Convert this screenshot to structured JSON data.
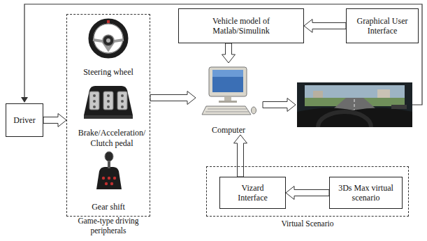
{
  "diagram": {
    "nodes": [
      {
        "text": [
          "Vehicle model of Matlab/Simulink"
        ]
      },
      {
        "text": [
          "Graphical User Interface"
        ]
      },
      {
        "text": [
          "Driver"
        ]
      },
      {
        "text": [
          "Game-type driving peripherals"
        ]
      },
      {
        "text": [
          "Steering wheel"
        ],
        "in": 3
      },
      {
        "text": [
          "Brake/Acceleration/ Clutch pedal"
        ],
        "in": 3
      },
      {
        "text": [
          "Gear shift"
        ],
        "in": 3
      },
      {
        "text": [
          "Computer"
        ]
      },
      {
        "text": [
          "Virtual Scenario"
        ]
      },
      {
        "text": [
          "Vizard Interface"
        ],
        "in": 8
      },
      {
        "text": [
          "3Ds Max virtual scenario"
        ],
        "in": 8
      }
    ],
    "edges": [
      {
        "from": 2,
        "to": 3,
        "arrow": "to"
      },
      {
        "from": 3,
        "to": 7,
        "arrow": "to"
      },
      {
        "from": 1,
        "to": 0,
        "arrow": "to"
      },
      {
        "from": 0,
        "to": 7,
        "arrow": "to"
      },
      {
        "from": 10,
        "to": 9,
        "arrow": "to"
      },
      {
        "from": 9,
        "to": 7,
        "arrow": "to"
      }
    ]
  }
}
